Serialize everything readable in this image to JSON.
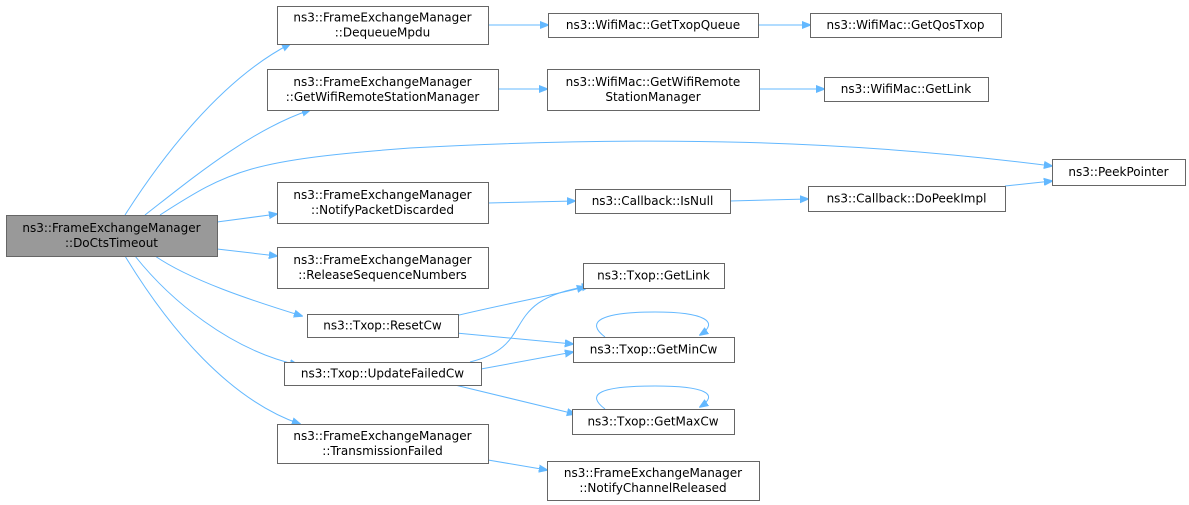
{
  "diagram": {
    "colors": {
      "edge": "#63b8ff",
      "node_border": "#666666",
      "node_fill": "#ffffff",
      "root_fill": "#999999"
    },
    "nodes": [
      {
        "id": "doCtsTimeout",
        "lines": [
          "ns3::FrameExchangeManager",
          "::DoCtsTimeout"
        ],
        "root": true
      },
      {
        "id": "dequeueMpdu",
        "lines": [
          "ns3::FrameExchangeManager",
          "::DequeueMpdu"
        ]
      },
      {
        "id": "getWifiRsm",
        "lines": [
          "ns3::FrameExchangeManager",
          "::GetWifiRemoteStationManager"
        ]
      },
      {
        "id": "notifyPacketDiscarded",
        "lines": [
          "ns3::FrameExchangeManager",
          "::NotifyPacketDiscarded"
        ]
      },
      {
        "id": "releaseSeqNums",
        "lines": [
          "ns3::FrameExchangeManager",
          "::ReleaseSequenceNumbers"
        ]
      },
      {
        "id": "resetCw",
        "lines": [
          "ns3::Txop::ResetCw"
        ]
      },
      {
        "id": "updateFailedCw",
        "lines": [
          "ns3::Txop::UpdateFailedCw"
        ]
      },
      {
        "id": "transmissionFailed",
        "lines": [
          "ns3::FrameExchangeManager",
          "::TransmissionFailed"
        ]
      },
      {
        "id": "getTxopQueue",
        "lines": [
          "ns3::WifiMac::GetTxopQueue"
        ]
      },
      {
        "id": "getWifiRemoteStationManager",
        "lines": [
          "ns3::WifiMac::GetWifiRemote",
          "StationManager"
        ]
      },
      {
        "id": "callbackIsNull",
        "lines": [
          "ns3::Callback::IsNull"
        ]
      },
      {
        "id": "txopGetLink",
        "lines": [
          "ns3::Txop::GetLink"
        ]
      },
      {
        "id": "getMinCw",
        "lines": [
          "ns3::Txop::GetMinCw"
        ]
      },
      {
        "id": "getMaxCw",
        "lines": [
          "ns3::Txop::GetMaxCw"
        ]
      },
      {
        "id": "notifyChannelReleased",
        "lines": [
          "ns3::FrameExchangeManager",
          "::NotifyChannelReleased"
        ]
      },
      {
        "id": "getQosTxop",
        "lines": [
          "ns3::WifiMac::GetQosTxop"
        ]
      },
      {
        "id": "macGetLink",
        "lines": [
          "ns3::WifiMac::GetLink"
        ]
      },
      {
        "id": "doPeekImpl",
        "lines": [
          "ns3::Callback::DoPeekImpl"
        ]
      },
      {
        "id": "peekPointer",
        "lines": [
          "ns3::PeekPointer"
        ]
      }
    ],
    "edges": [
      {
        "from": "doCtsTimeout",
        "to": "dequeueMpdu"
      },
      {
        "from": "doCtsTimeout",
        "to": "getWifiRsm"
      },
      {
        "from": "doCtsTimeout",
        "to": "peekPointer"
      },
      {
        "from": "doCtsTimeout",
        "to": "notifyPacketDiscarded"
      },
      {
        "from": "doCtsTimeout",
        "to": "releaseSeqNums"
      },
      {
        "from": "doCtsTimeout",
        "to": "resetCw"
      },
      {
        "from": "doCtsTimeout",
        "to": "updateFailedCw"
      },
      {
        "from": "doCtsTimeout",
        "to": "transmissionFailed"
      },
      {
        "from": "dequeueMpdu",
        "to": "getTxopQueue"
      },
      {
        "from": "getTxopQueue",
        "to": "getQosTxop"
      },
      {
        "from": "getWifiRsm",
        "to": "getWifiRemoteStationManager"
      },
      {
        "from": "getWifiRemoteStationManager",
        "to": "macGetLink"
      },
      {
        "from": "notifyPacketDiscarded",
        "to": "callbackIsNull"
      },
      {
        "from": "callbackIsNull",
        "to": "doPeekImpl"
      },
      {
        "from": "doPeekImpl",
        "to": "peekPointer"
      },
      {
        "from": "resetCw",
        "to": "txopGetLink"
      },
      {
        "from": "resetCw",
        "to": "getMinCw"
      },
      {
        "from": "updateFailedCw",
        "to": "txopGetLink"
      },
      {
        "from": "updateFailedCw",
        "to": "getMinCw"
      },
      {
        "from": "updateFailedCw",
        "to": "getMaxCw"
      },
      {
        "from": "getMinCw",
        "to": "getMinCw"
      },
      {
        "from": "getMaxCw",
        "to": "getMaxCw"
      },
      {
        "from": "transmissionFailed",
        "to": "notifyChannelReleased"
      }
    ]
  }
}
